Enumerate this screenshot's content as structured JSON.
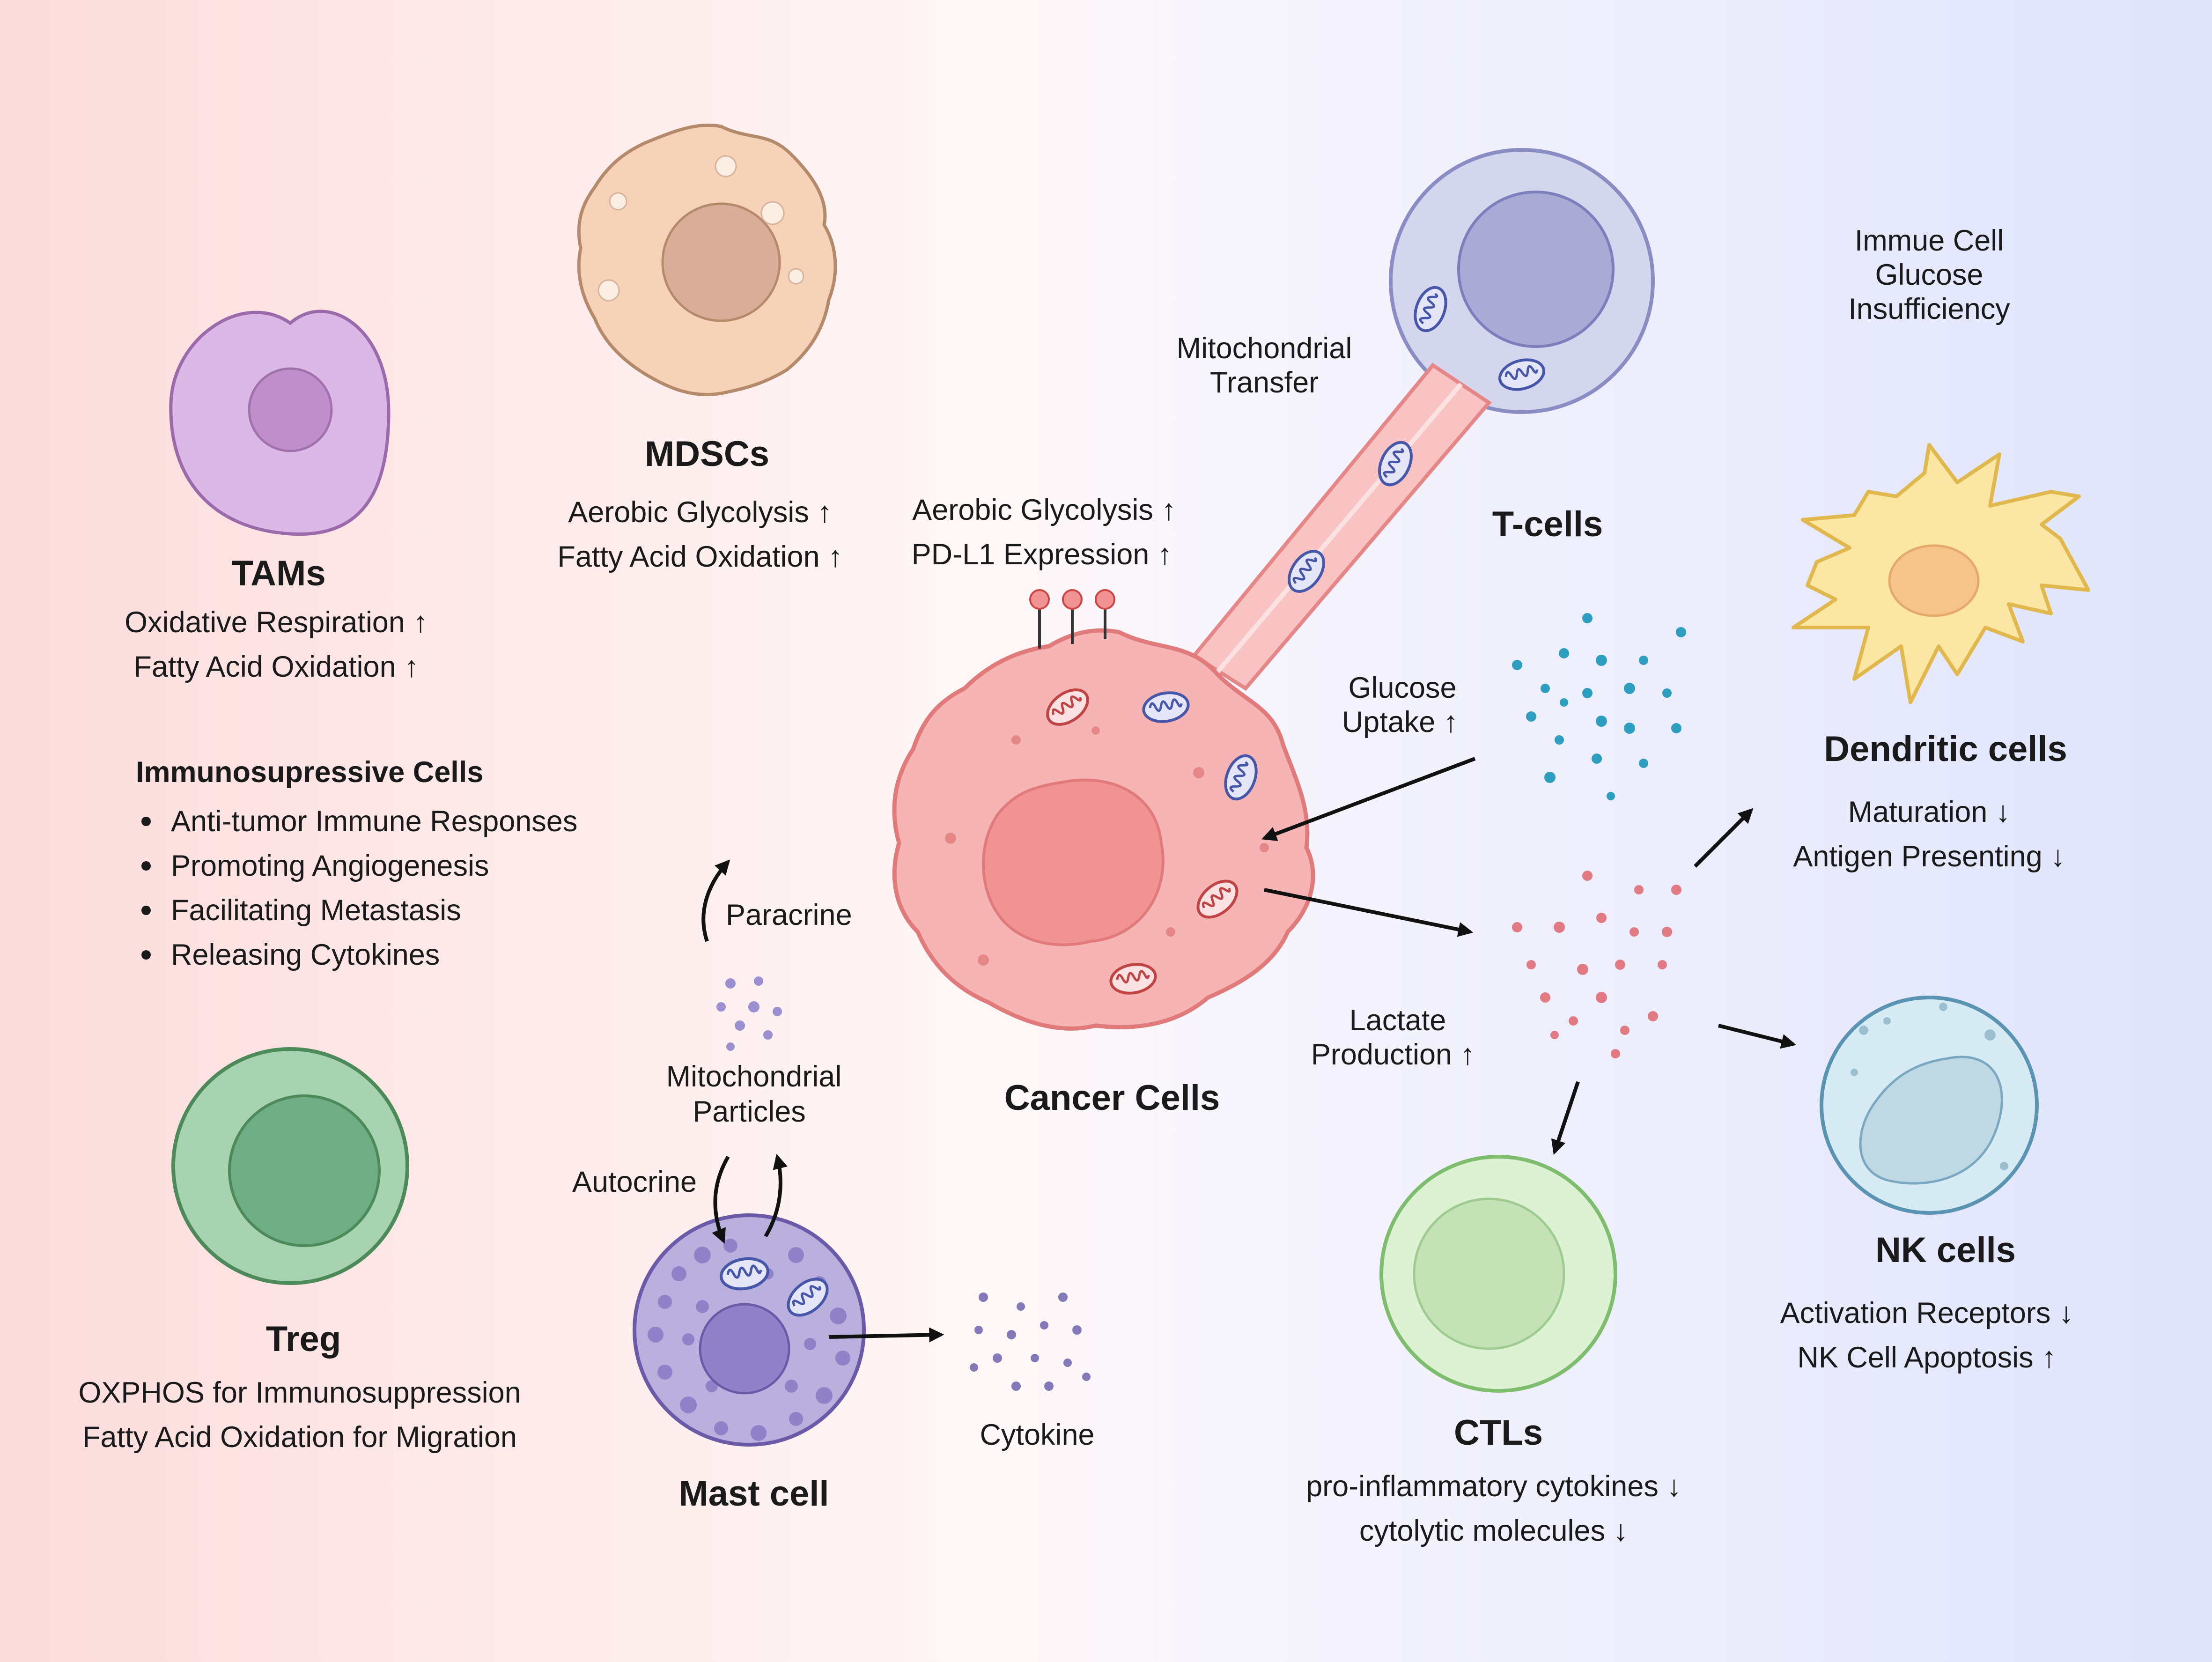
{
  "tams": {
    "title": "TAMs",
    "line1": "Oxidative Respiration ↑",
    "line2": "Fatty Acid Oxidation ↑"
  },
  "mdscs": {
    "title": "MDSCs",
    "line1": "Aerobic Glycolysis ↑",
    "line2": "Fatty Acid Oxidation ↑"
  },
  "cancer": {
    "title": "Cancer Cells",
    "line1": "Aerobic Glycolysis ↑",
    "line2": "PD-L1 Expression ↑"
  },
  "tcells": {
    "title": "T-cells"
  },
  "mito_transfer": {
    "line1": "Mitochondrial",
    "line2": "Transfer"
  },
  "glucose_insufficiency": {
    "line1": "Immue Cell",
    "line2": "Glucose",
    "line3": "Insufficiency"
  },
  "glucose_uptake": {
    "line1": "Glucose",
    "line2": "Uptake ↑"
  },
  "lactate": {
    "line1": "Lactate",
    "line2": "Production ↑"
  },
  "dendritic": {
    "title": "Dendritic cells",
    "line1": "Maturation ↓",
    "line2": "Antigen Presenting ↓"
  },
  "nk": {
    "title": "NK cells",
    "line1": "Activation Receptors ↓",
    "line2": "NK Cell Apoptosis ↑"
  },
  "ctls": {
    "title": "CTLs",
    "line1": "pro-inflammatory cytokines ↓",
    "line2": "cytolytic molecules ↓"
  },
  "immunosuppressive": {
    "title": "Immunosupressive Cells",
    "items": [
      "Anti-tumor Immune Responses",
      "Promoting Angiogenesis",
      "Facilitating Metastasis",
      "Releasing Cytokines"
    ]
  },
  "treg": {
    "title": "Treg",
    "line1": "OXPHOS for Immunosuppression",
    "line2": "Fatty Acid Oxidation for Migration"
  },
  "mast": {
    "title": "Mast cell"
  },
  "paracrine": {
    "label": "Paracrine"
  },
  "autocrine": {
    "label": "Autocrine"
  },
  "mito_particles": {
    "line1": "Mitochondrial",
    "line2": "Particles"
  },
  "cytokine": {
    "label": "Cytokine"
  },
  "colors": {
    "tam": "#dcb8e6",
    "mdsc": "#f6d2b8",
    "cancer": "#f7b4b4",
    "tcell": "#d4d6ee",
    "dendritic": "#fbe6a3",
    "nk": "#d6ebf3",
    "ctl": "#dcf2d2",
    "treg": "#a8d3b0",
    "mast": "#b9b0de"
  }
}
